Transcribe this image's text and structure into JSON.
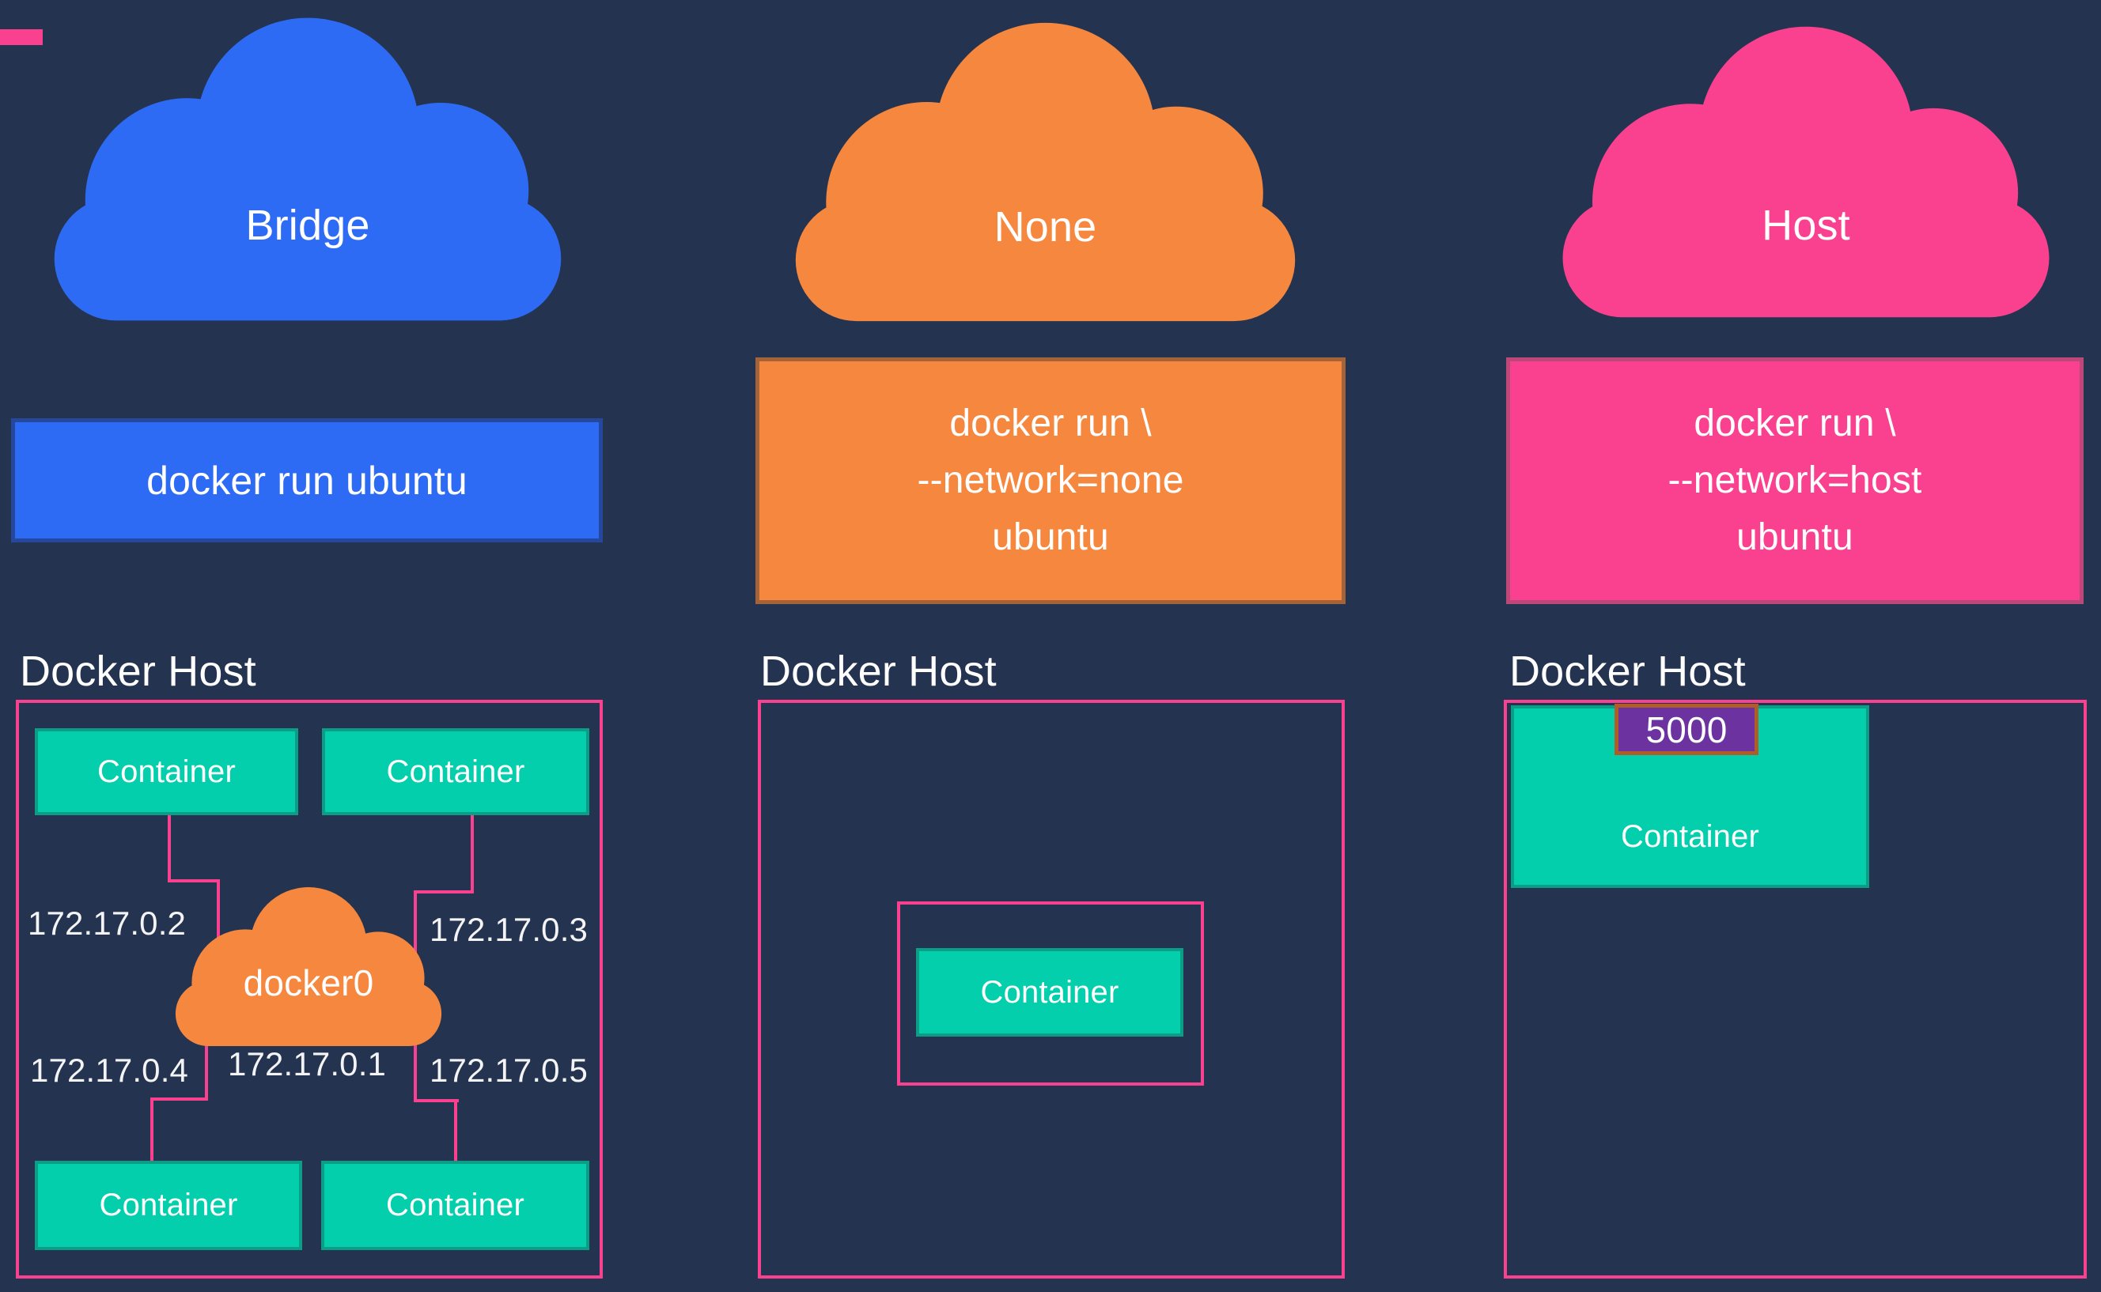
{
  "title": "Docker network modes diagram",
  "colors": {
    "bg": "#24334f",
    "blue": "#2e6bf5",
    "blue-border": "#25479c",
    "orange": "#f6873f",
    "orange-border": "#a5633a",
    "pink": "#f9418f",
    "pink-border": "#bb4878",
    "teal": "#04cfac",
    "teal-border": "#0b9d85",
    "purple": "#6b32a0",
    "purple-border": "#b05c28"
  },
  "bridge": {
    "cloud_label": "Bridge",
    "command_lines": [
      "docker run ubuntu"
    ],
    "host_label": "Docker Host",
    "containers": {
      "top_left": "Container",
      "top_right": "Container",
      "bottom_left": "Container",
      "bottom_right": "Container"
    },
    "bridge_interface_label": "docker0",
    "ip_labels": {
      "top_left": "172.17.0.2",
      "top_right": "172.17.0.3",
      "bottom_left": "172.17.0.4",
      "gateway": "172.17.0.1",
      "bottom_right": "172.17.0.5"
    }
  },
  "none": {
    "cloud_label": "None",
    "command_lines": [
      "docker run \\",
      "--network=none",
      "ubuntu"
    ],
    "host_label": "Docker Host",
    "container_label": "Container"
  },
  "host": {
    "cloud_label": "Host",
    "command_lines": [
      "docker run \\",
      "--network=host",
      "ubuntu"
    ],
    "host_label": "Docker Host",
    "container_label": "Container",
    "port_badge": "5000"
  }
}
